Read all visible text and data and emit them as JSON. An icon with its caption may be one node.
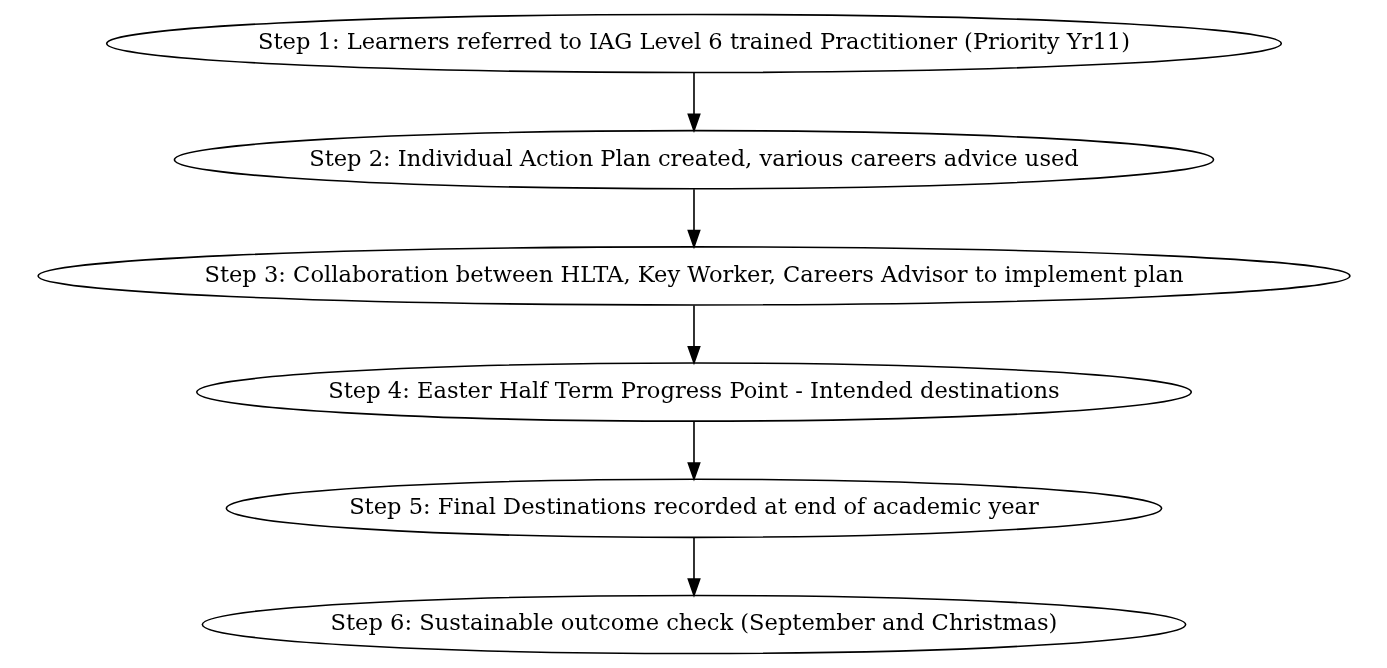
{
  "diagram": {
    "nodes": [
      {
        "text": [
          "Step 1: Learners referred to IAG Level 6 trained Practitioner (Priority Yr11)"
        ]
      },
      {
        "text": [
          "Step 2: Individual Action Plan created, various careers advice used"
        ]
      },
      {
        "text": [
          "Step 3: Collaboration between HLTA, Key Worker, Careers Advisor to implement plan"
        ]
      },
      {
        "text": [
          "Step 4: Easter Half Term Progress Point - Intended destinations"
        ]
      },
      {
        "text": [
          "Step 5: Final Destinations recorded at end of academic year"
        ]
      },
      {
        "text": [
          "Step 6: Sustainable outcome check (September and Christmas)"
        ]
      }
    ],
    "edges": [
      {
        "from": 0,
        "to": 1,
        "arrow": "to"
      },
      {
        "from": 1,
        "to": 2,
        "arrow": "to"
      },
      {
        "from": 2,
        "to": 3,
        "arrow": "to"
      },
      {
        "from": 3,
        "to": 4,
        "arrow": "to"
      },
      {
        "from": 4,
        "to": 5,
        "arrow": "to"
      }
    ]
  }
}
